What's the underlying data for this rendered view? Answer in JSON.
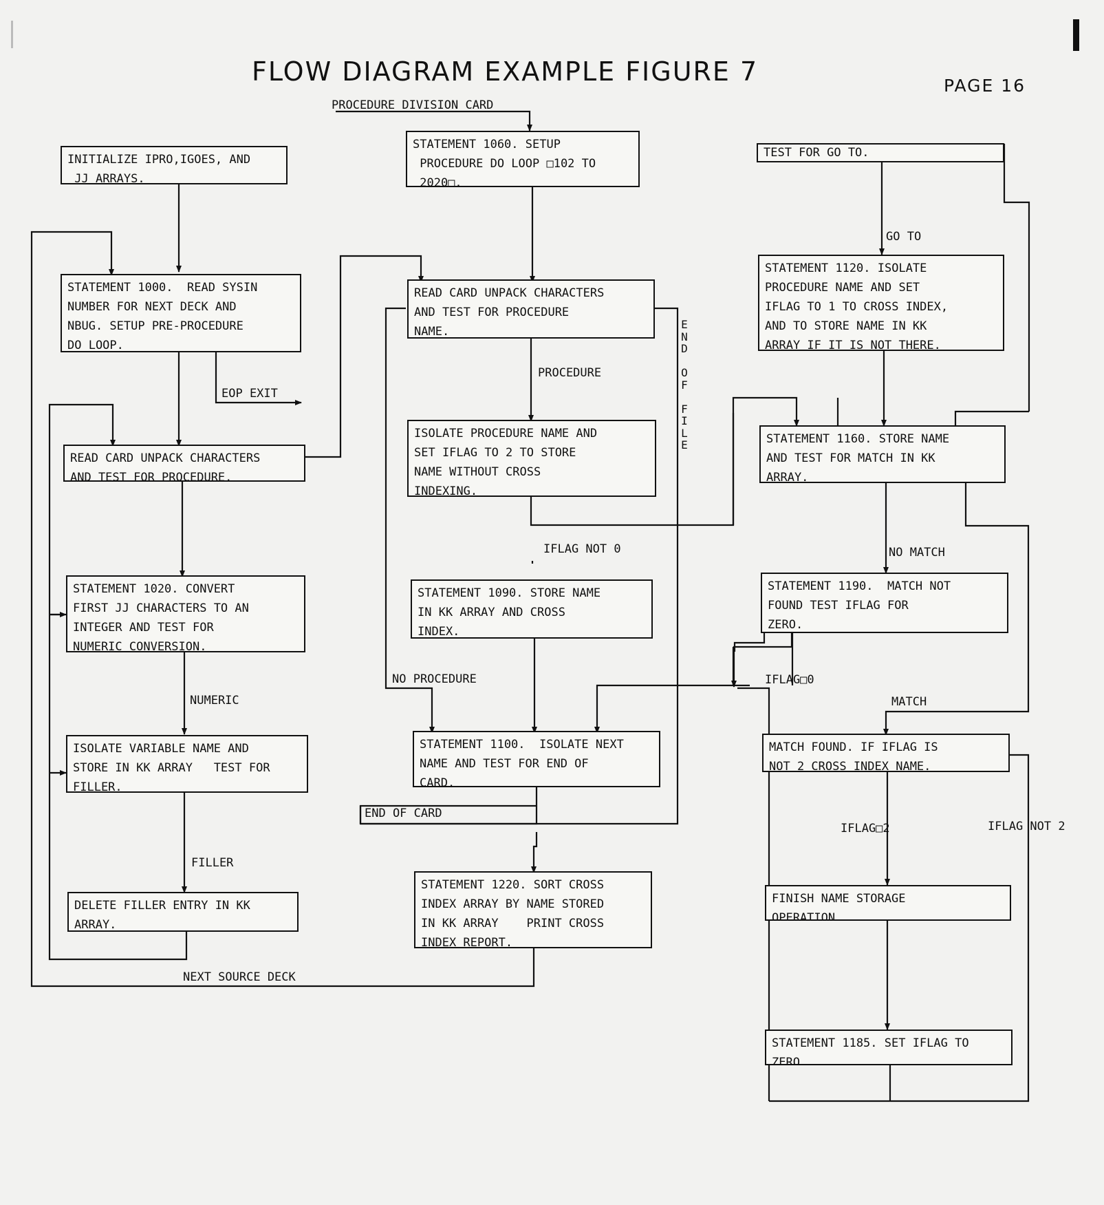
{
  "title": "FLOW DIAGRAM EXAMPLE FIGURE 7",
  "page_label": "PAGE 16",
  "boxes": {
    "b_init": "INITIALIZE IPRO,IGOES, AND\n JJ ARRAYS.",
    "b_1000": "STATEMENT 1000.  READ SYSIN\nNUMBER FOR NEXT DECK AND\nNBUG. SETUP PRE-PROCEDURE\nDO LOOP.",
    "b_readL": "READ CARD UNPACK CHARACTERS\nAND TEST FOR PROCEDURE.",
    "b_1020": "STATEMENT 1020. CONVERT\nFIRST JJ CHARACTERS TO AN\nINTEGER AND TEST FOR\nNUMERIC CONVERSION.",
    "b_isovar": "ISOLATE VARIABLE NAME AND\nSTORE IN KK ARRAY   TEST FOR\nFILLER.",
    "b_delete": "DELETE FILLER ENTRY IN KK\nARRAY.",
    "b_1060": "STATEMENT 1060. SETUP\n PROCEDURE DO LOOP □102 TO\n 2020□.",
    "b_readM": "READ CARD UNPACK CHARACTERS\nAND TEST FOR PROCEDURE\nNAME.",
    "b_isoproc": "ISOLATE PROCEDURE NAME AND\nSET IFLAG TO 2 TO STORE\nNAME WITHOUT CROSS\nINDEXING.",
    "b_1090": "STATEMENT 1090. STORE NAME\nIN KK ARRAY AND CROSS\nINDEX.",
    "b_1100": "STATEMENT 1100.  ISOLATE NEXT\nNAME AND TEST FOR END OF\nCARD.",
    "b_1220": "STATEMENT 1220. SORT CROSS\nINDEX ARRAY BY NAME STORED\nIN KK ARRAY    PRINT CROSS\nINDEX REPORT.",
    "b_goto": "TEST FOR GO TO.",
    "b_1120": "STATEMENT 1120. ISOLATE\nPROCEDURE NAME AND SET\nIFLAG TO 1 TO CROSS INDEX,\nAND TO STORE NAME IN KK\nARRAY IF IT IS NOT THERE.",
    "b_1160": "STATEMENT 1160. STORE NAME\nAND TEST FOR MATCH IN KK\nARRAY.",
    "b_1190": "STATEMENT 1190.  MATCH NOT\nFOUND TEST IFLAG FOR\nZERO.",
    "b_match": "MATCH FOUND. IF IFLAG IS\nNOT 2 CROSS INDEX NAME.",
    "b_finish": "FINISH NAME STORAGE\nOPERATION",
    "b_1185": "STATEMENT 1185. SET IFLAG TO\nZERO."
  },
  "labels": {
    "proc_div_card": "PROCEDURE DIVISION CARD",
    "eop_exit": "EOP EXIT",
    "procedure": "PROCEDURE",
    "end_of_file": "END OF FILE",
    "iflag_not0": "IFLAG NOT 0",
    "no_procedure": "NO PROCEDURE",
    "end_of_card": "END OF CARD",
    "numeric": "NUMERIC",
    "filler": "FILLER",
    "next_source_deck": "NEXT SOURCE DECK",
    "go_to": "GO TO",
    "no_match": "NO MATCH",
    "iflag_eq0": "IFLAG□0",
    "match": "MATCH",
    "iflag_eq2": "IFLAG□2",
    "iflag_not2": "IFLAG NOT 2"
  }
}
